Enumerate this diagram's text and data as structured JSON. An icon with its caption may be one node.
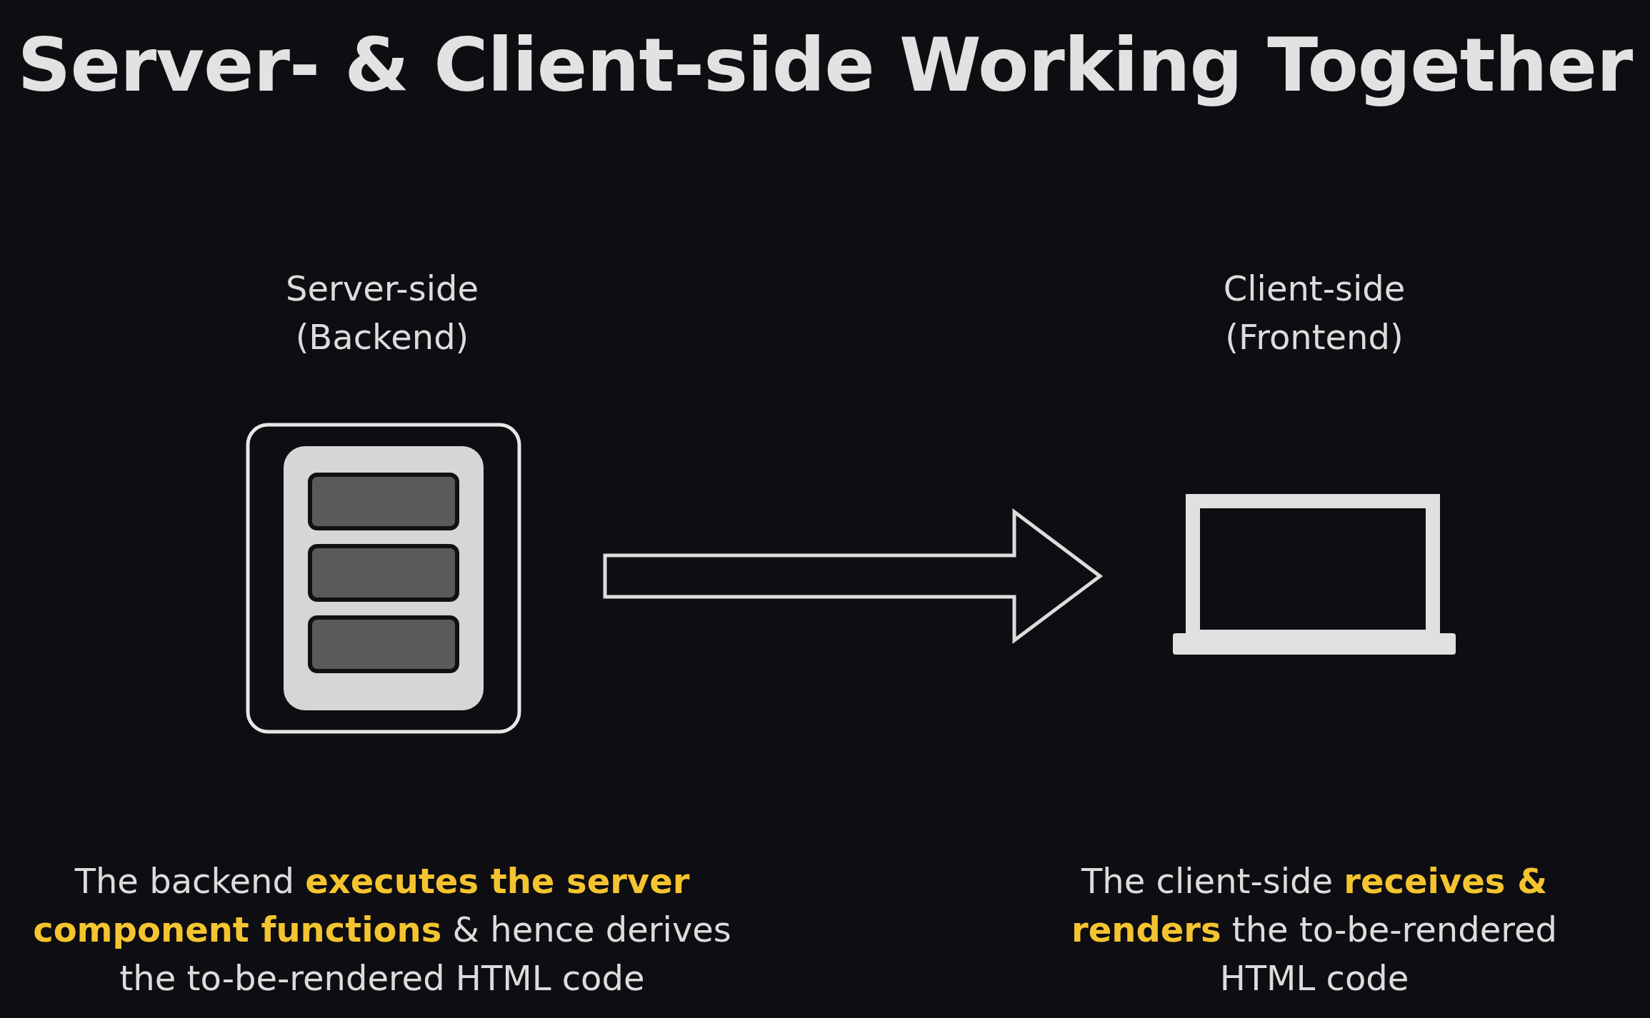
{
  "diagram": {
    "title": "Server- & Client-side Working Together",
    "nodes": [
      {
        "text": [],
        "shape": "server"
      },
      {
        "text": [],
        "shape": "laptop"
      }
    ],
    "edges": [
      {
        "from": 0,
        "to": 1,
        "arrow": "to"
      }
    ],
    "labels": [
      "Server-side (Backend)",
      "Client-side (Frontend)",
      "The backend **executes the server component functions** & hence derives the to-be-rendered HTML code",
      "The client-side **receives & renders** the to-be-rendered HTML code"
    ]
  }
}
